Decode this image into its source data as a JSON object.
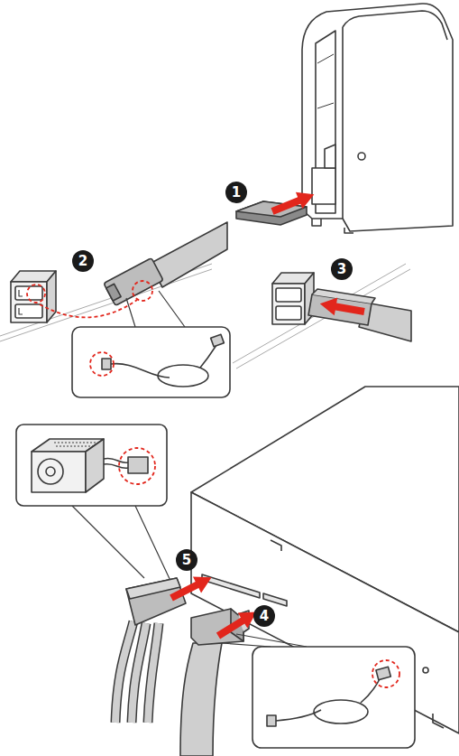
{
  "diagram": {
    "labels": [
      "1",
      "2",
      "3",
      "5",
      "4"
    ]
  }
}
